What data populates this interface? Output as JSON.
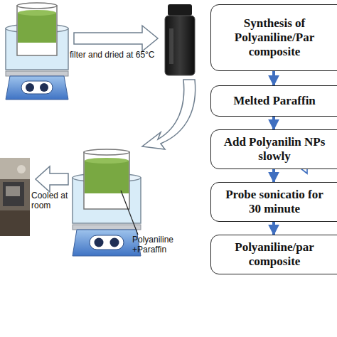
{
  "diagram": {
    "nodes": [
      {
        "text": [
          "Synthesis of Polyaniline/Par composite"
        ]
      },
      {
        "text": [
          "Melted Paraffin"
        ]
      },
      {
        "text": [
          "Add Polyanilin NPs slowly"
        ]
      },
      {
        "text": [
          "Probe sonicatio for 30 minute"
        ]
      },
      {
        "text": [
          "Polyaniline/par composite"
        ]
      }
    ],
    "edges": [
      {
        "from": 0,
        "to": 1,
        "arrow": "to"
      },
      {
        "from": 1,
        "to": 2,
        "arrow": "to"
      },
      {
        "from": 2,
        "to": 3,
        "arrow": "to"
      },
      {
        "from": 3,
        "to": 4,
        "arrow": "to"
      }
    ],
    "labels": [
      "filter and dried at 65°C",
      "Cooled at room",
      "Polyaniline +Paraffin"
    ]
  }
}
